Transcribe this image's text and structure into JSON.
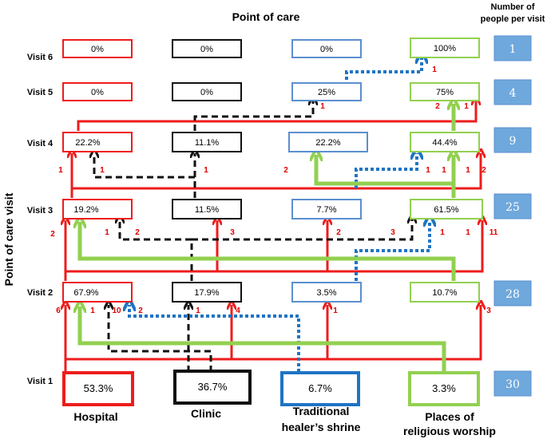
{
  "header": {
    "title": "Point of care",
    "count_header_line1": "Number of",
    "count_header_line2": "people per visit",
    "y_axis_label": "Point of care visit"
  },
  "colors": {
    "hospital": "#ee1c1c",
    "clinic": "#111111",
    "healer": "#5b8fcf",
    "healer_strong": "#1f74c4",
    "worship": "#92d050",
    "count_fill": "#6fa8dc"
  },
  "visits": [
    "Visit 6",
    "Visit 5",
    "Visit 4",
    "Visit 3",
    "Visit 2",
    "Visit 1"
  ],
  "points_of_care": [
    "Hospital",
    "Clinic",
    "Traditional healer's shrine",
    "Places of religious worship"
  ],
  "footer_labels": {
    "hospital": "Hospital",
    "clinic": "Clinic",
    "healer_line1": "Traditional",
    "healer_line2": "healer’s shrine",
    "worship_line1": "Places of",
    "worship_line2": "religious worship"
  },
  "percentages": {
    "hospital": [
      "0%",
      "0%",
      "22.2%",
      "19.2%",
      "67.9%",
      "53.3%"
    ],
    "clinic": [
      "0%",
      "0%",
      "11.1%",
      "11.5%",
      "17.9%",
      "36.7%"
    ],
    "healer": [
      "0%",
      "25%",
      "22.2%",
      "7.7%",
      "3.5%",
      "6.7%"
    ],
    "worship": [
      "100%",
      "75%",
      "44.4%",
      "61.5%",
      "10.7%",
      "3.3%"
    ]
  },
  "counts": [
    "1",
    "4",
    "9",
    "25",
    "28",
    "30"
  ],
  "arrow_labels": {
    "v1_h6": "6",
    "v1_h1": "1",
    "v1_c10": "10",
    "v1_b2": "2",
    "v1_c1": "1",
    "v1_c4": "4",
    "v1_s1": "1",
    "v1_w3": "3",
    "v2_h2": "2",
    "v2_h1": "1",
    "v2_c2": "2",
    "v2_c3": "3",
    "v2_s2": "2",
    "v2_b3": "3",
    "v2_w1a": "1",
    "v2_w1b": "1",
    "v2_w11": "11",
    "v3_h1a": "1",
    "v3_h1b": "1",
    "v3_c1": "1",
    "v3_s2": "2",
    "v3_w1a": "1",
    "v3_w1b": "1",
    "v3_w1c": "1",
    "v3_w2": "2",
    "v4_s1": "1",
    "v4_w2": "2",
    "v4_w1": "1",
    "v5_w1": "1"
  }
}
